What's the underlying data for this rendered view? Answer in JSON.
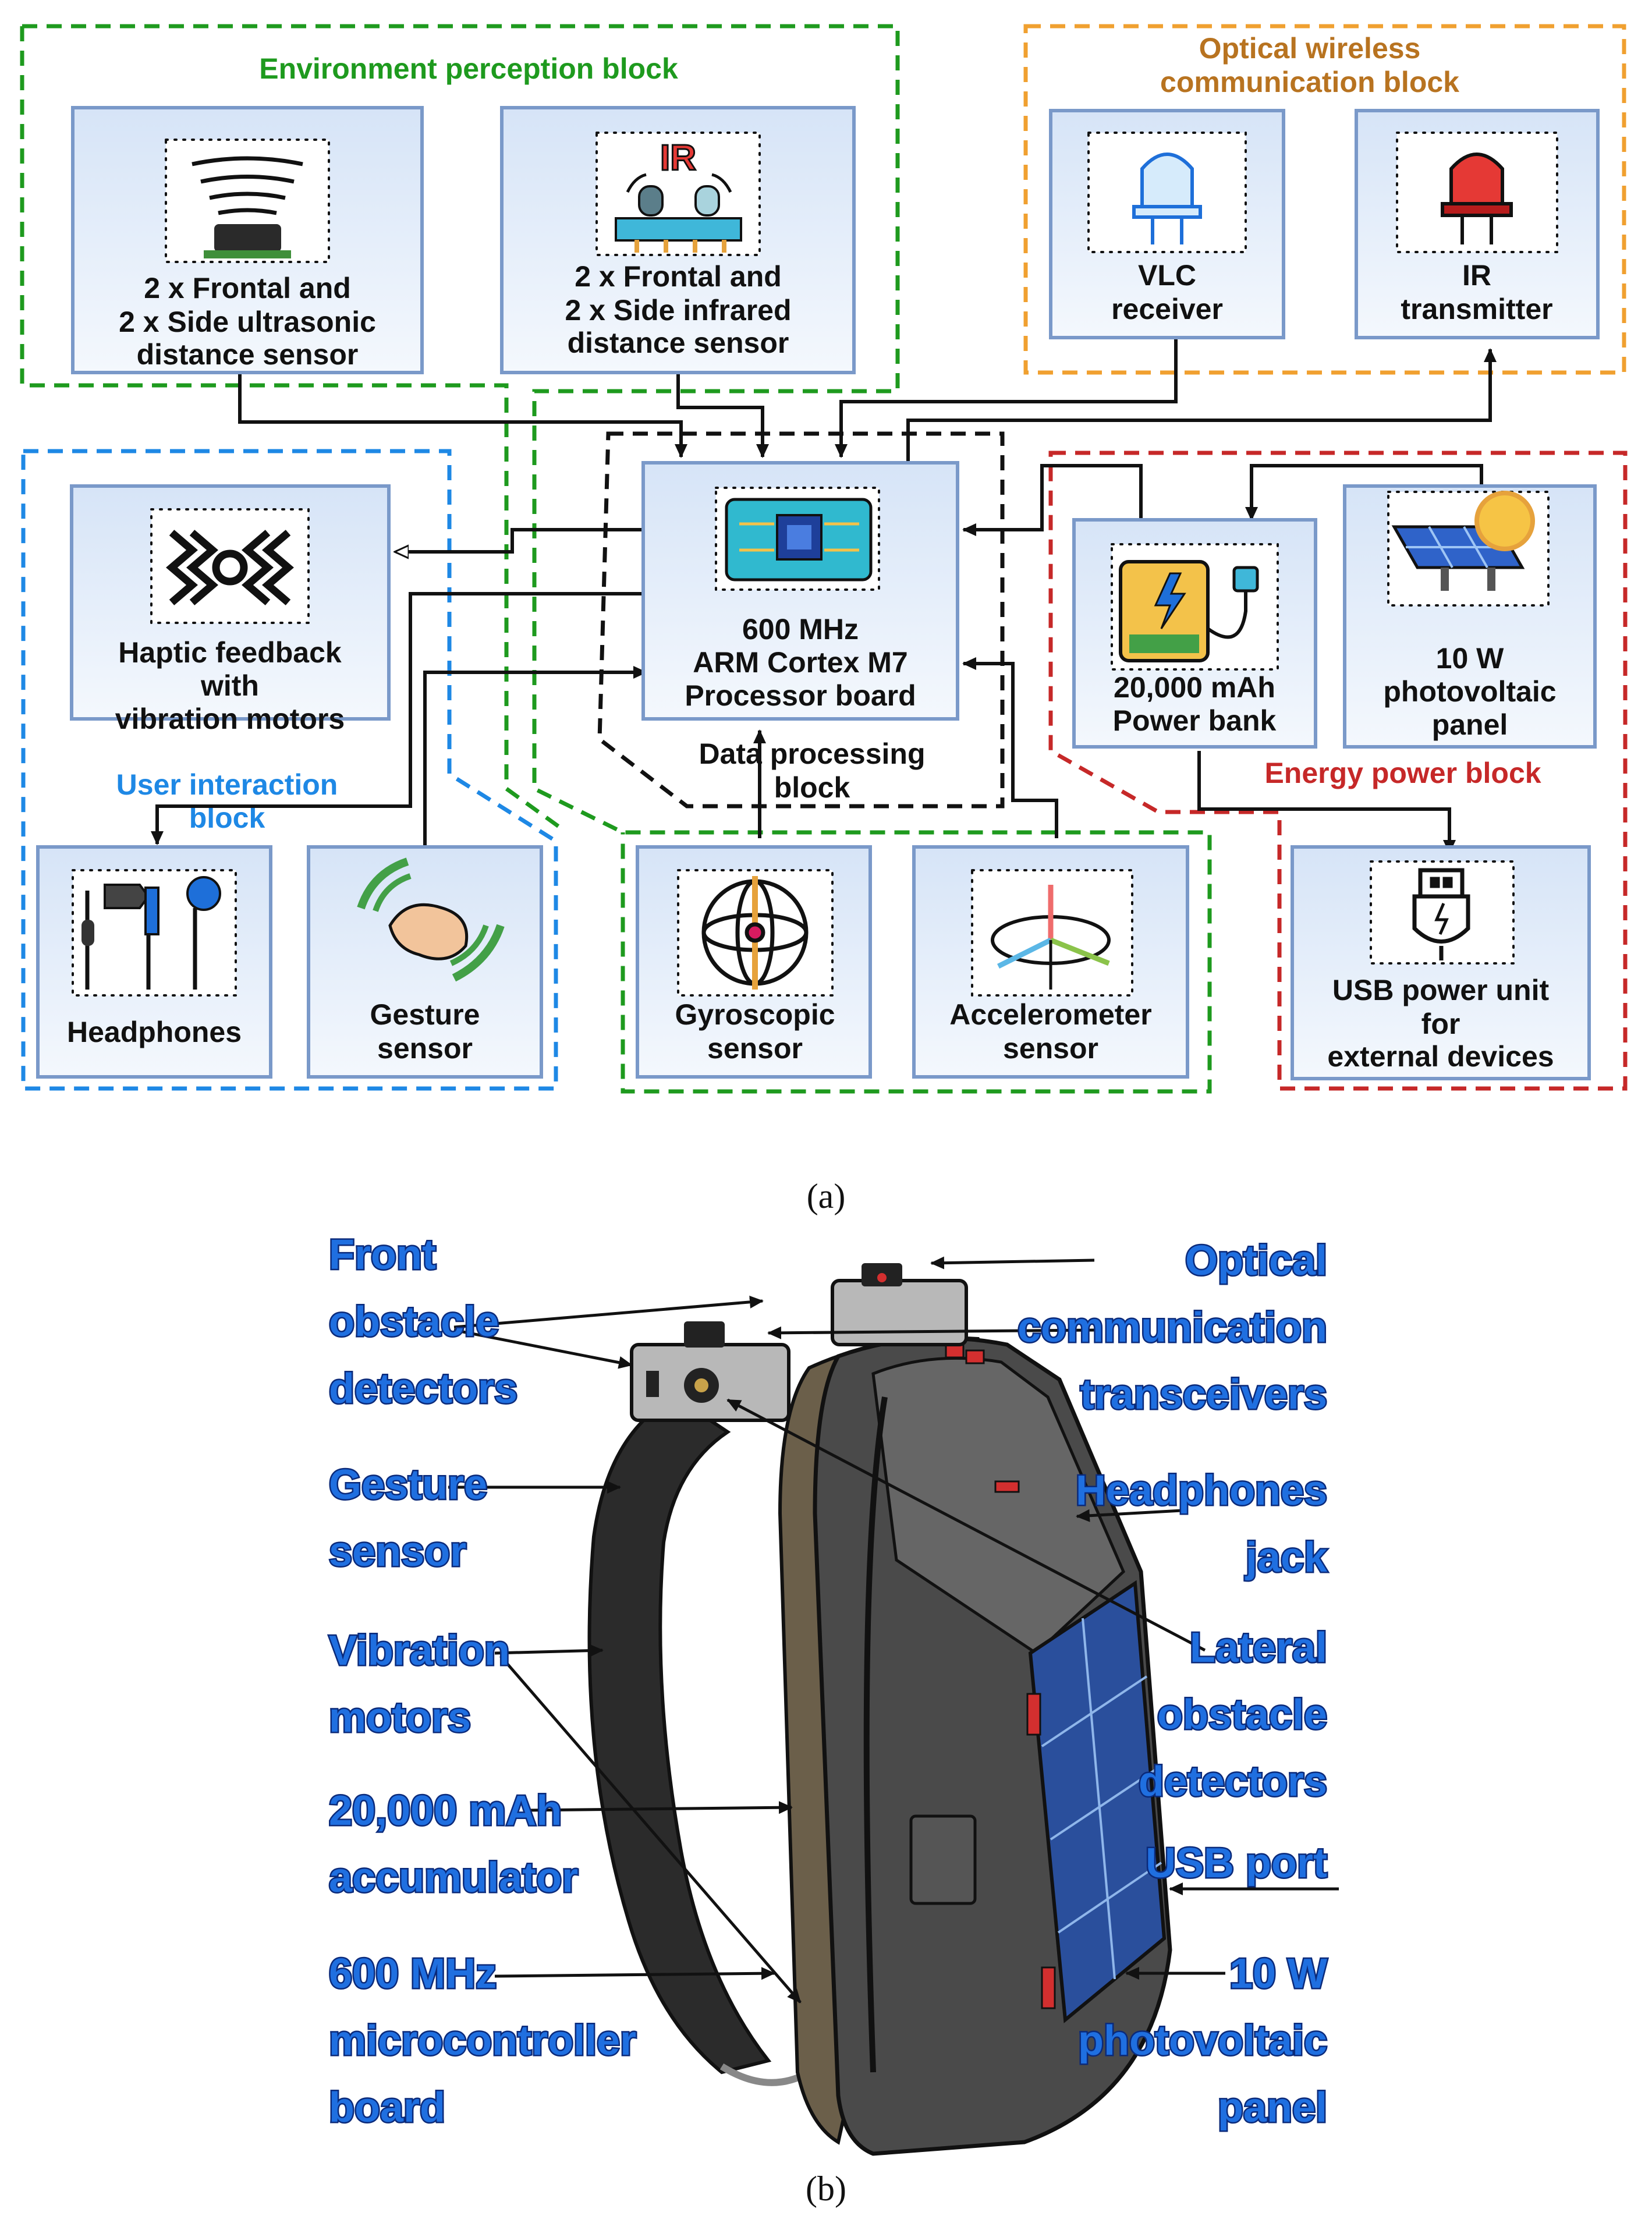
{
  "panel_a": {
    "caption": "(a)",
    "blocks": {
      "environment": {
        "title": "Environment perception block",
        "color": "#1e9a1e"
      },
      "optical": {
        "title_line1": "Optical wireless",
        "title_line2": "communication block",
        "color": "#b87320",
        "border": "#f0a030"
      },
      "user": {
        "title_line1": "User interaction",
        "title_line2": "block",
        "color": "#1e88e5"
      },
      "processing": {
        "title_line1": "Data processing",
        "title_line2": "block",
        "color": "#000000"
      },
      "energy": {
        "title": "Energy power block",
        "color": "#c62828"
      },
      "motion": {
        "color": "#1e9a1e"
      }
    },
    "boxes": {
      "ultrasonic": [
        "2 x Frontal and",
        "2 x Side ultrasonic",
        "distance sensor"
      ],
      "infrared": [
        "2 x Frontal and",
        "2 x Side infrared",
        "distance sensor"
      ],
      "infrared_icon_text": "IR",
      "vlc": [
        "VLC",
        "receiver"
      ],
      "ir_tx": [
        "IR",
        "transmitter"
      ],
      "processor": [
        "600 MHz",
        "ARM Cortex M7",
        "Processor board"
      ],
      "haptic": [
        "Haptic feedback",
        "with",
        "vibration motors"
      ],
      "headphones": [
        "Headphones"
      ],
      "gesture": [
        "Gesture",
        "sensor"
      ],
      "gyro": [
        "Gyroscopic",
        "sensor"
      ],
      "accel": [
        "Accelerometer",
        "sensor"
      ],
      "powerbank": [
        "20,000 mAh",
        "Power bank"
      ],
      "pv": [
        "10 W",
        "photovoltaic",
        "panel"
      ],
      "usb": [
        "USB power unit",
        "for",
        "external devices"
      ]
    }
  },
  "panel_b": {
    "caption": "(b)",
    "callouts_left": [
      [
        "Front",
        "obstacle",
        "detectors"
      ],
      [
        "Gesture",
        "sensor"
      ],
      [
        "Vibration",
        "motors"
      ],
      [
        "20,000 mAh",
        "accumulator"
      ],
      [
        "600 MHz",
        "microcontroller",
        "board"
      ]
    ],
    "callouts_right": [
      [
        "Optical",
        "communication",
        "transceivers"
      ],
      [
        "Headphones",
        "jack"
      ],
      [
        "Lateral",
        "obstacle",
        "detectors"
      ],
      [
        "USB port"
      ],
      [
        "10 W",
        "photovoltaic",
        "panel"
      ]
    ]
  },
  "colors": {
    "box_fill": "#e3ecf9",
    "box_border": "#7a99c9",
    "arrow": "#111111",
    "callout_arrow": "#1ab0ea"
  }
}
